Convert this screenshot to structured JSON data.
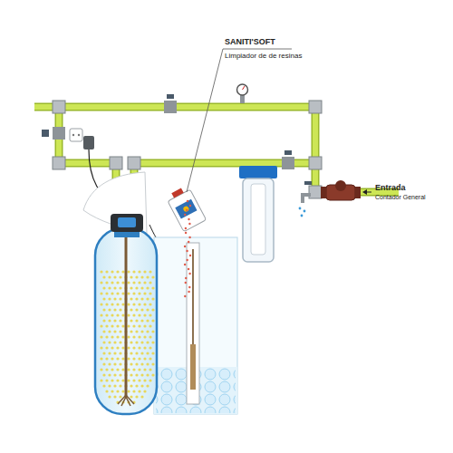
{
  "diagram": {
    "labels": [
      "SANITI'SOFT",
      "Limpiador de de resinas",
      "Entrada",
      "Contador General"
    ]
  }
}
